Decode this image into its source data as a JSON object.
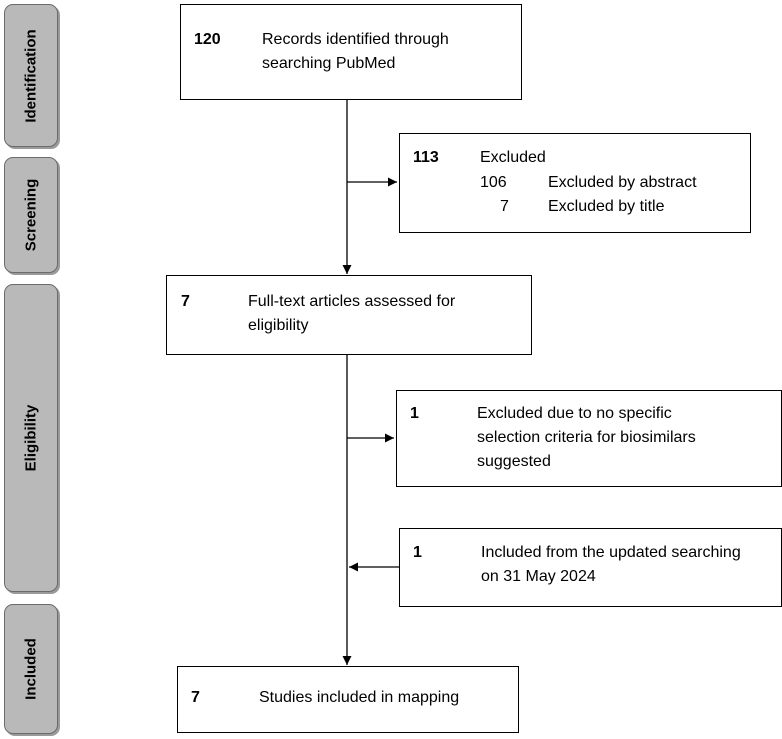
{
  "stages": [
    "Identification",
    "Screening",
    "Eligibility",
    "Included"
  ],
  "identified": {
    "count": "120",
    "text": "Records identified through searching PubMed"
  },
  "excluded_screen": {
    "count": "113",
    "text": "Excluded",
    "rows": [
      {
        "count": "106",
        "text": "Excluded by abstract"
      },
      {
        "count": "7",
        "text": "Excluded by title"
      }
    ]
  },
  "fulltext": {
    "count": "7",
    "text": "Full-text articles assessed for eligibility"
  },
  "excluded_elig": {
    "count": "1",
    "text": "Excluded due to no specific selection criteria for biosimilars suggested"
  },
  "included_update": {
    "count": "1",
    "text": "Included from the updated searching on 31 May 2024"
  },
  "included": {
    "count": "7",
    "text": "Studies included in mapping"
  }
}
